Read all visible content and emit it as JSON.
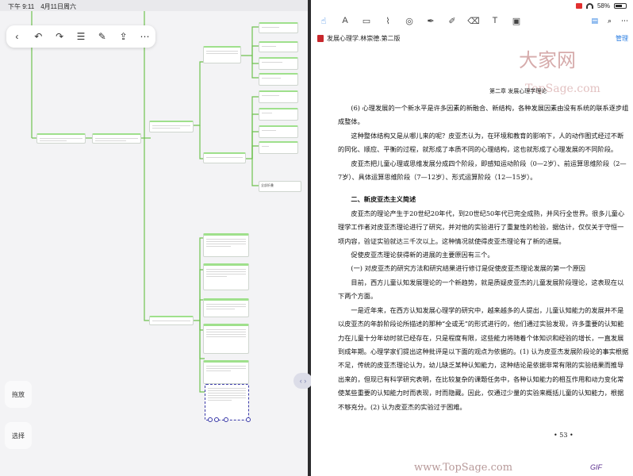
{
  "status_bar": {
    "time": "下午 9:11",
    "date": "4月11日周六",
    "battery": "58%",
    "battery_level": 0.58
  },
  "mindmap": {
    "fab_top": "拖放",
    "fab_bottom": "选择",
    "collapsed_label": "全部折叠",
    "node_left_a": "心理学的基本问题",
    "node_left_b": "心理学研究的理论",
    "node_mid_a": "发展心理学研究",
    "node_mid_b": "认知发展理论",
    "node_mid_c": "智力的发展"
  },
  "divider": {
    "handle_glyph": "‹ ›"
  },
  "reader": {
    "toolbar_right_label": "管理",
    "document_title": "发展心理学.林崇德.第二版",
    "chapter_header": "第二章  发展心理学理论",
    "watermark_logo": "大家网",
    "watermark_sub": "TopSage.com",
    "watermark_bottom": "www.TopSage.com",
    "gif_logo": "GIF",
    "page_number": "• 53 •",
    "paragraphs": [
      "(6) 心理发展的一个新水平是许多因素的新融合、新结构，各种发展因素由没有系统的联系逐步组成整体。",
      "这种整体结构又是从哪儿来的呢？皮亚杰认为，在环境和教育的影响下，人的动作图式经过不断的同化、顺应、平衡的过程，就形成了本质不同的心理结构，这也就形成了心理发展的不同阶段。",
      "皮亚杰把儿童心理或思维发展分成四个阶段，即感知运动阶段（0—2岁）、前运算思维阶段（2—7岁）、具体运算思维阶段（7—12岁）、形式运算阶段（12—15岁）。"
    ],
    "section_heading": "二、新皮亚杰主义简述",
    "paragraphs2": [
      "皮亚杰的理论产生于20世纪20年代，到20世纪50年代已完全成熟，并风行全世界。很多儿童心理学工作者对皮亚杰理论进行了研究，并对他的实验进行了重复性的检验，据估计，仅仅关于守恒一项内容，验证实验就达三千次以上。这种情况就使得皮亚杰理论有了新的进展。",
      "促使皮亚杰理论获得新的进展的主要原因有三个。"
    ],
    "sub_heading": "(一) 对皮亚杰的研究方法和研究结果进行修订是促使皮亚杰理论发展的第一个原因",
    "paragraphs3": [
      "目前，西方儿童认知发展理论的一个新趋势，就是质疑皮亚杰的儿童发展阶段理论，这表现在以下两个方面。",
      "一是近年来，在西方认知发展心理学的研究中，越来越多的人提出，儿童认知能力的发展并不是以皮亚杰的年龄阶段论所描述的那种“全或无”的形式进行的，他们通过实验发现，许多重要的认知能力在儿童十分年幼时就已经存在，只是程度有限，这些能力将随着个体知识和经验的增长，一直发展到成年期。心理学家们提出这种批评是以下面的观点为依据的。(1) 认为皮亚杰发展阶段论的事实根据不足，传统的皮亚杰理论认为，幼儿缺乏某种认知能力，这种结论是依据非常有限的实验结果而推导出来的，但现已有科学研究表明，在比较复杂的课题任务中，各种认知能力的相互作用和动力变化常使某些重要的认知能力时而表现，时而隐藏。因此，仅通过少量的实验来概括儿童的认知能力，根据不够充分。(2) 认为皮亚杰的实验过于困难。"
    ]
  }
}
